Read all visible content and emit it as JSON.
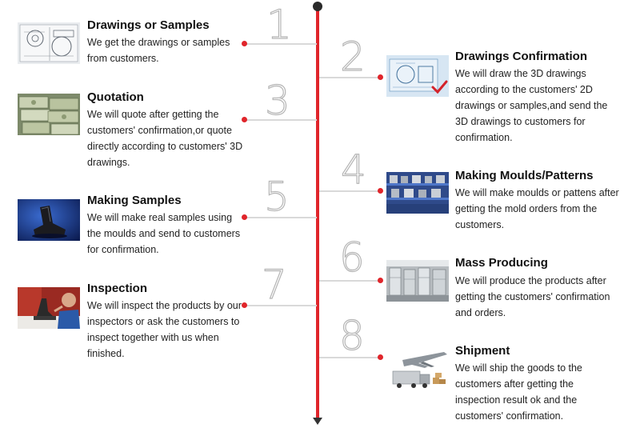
{
  "steps": [
    {
      "num": "1",
      "title": "Drawings or Samples",
      "desc": "We get the drawings or samples from customers.",
      "image_icon": "technical-drawing-image"
    },
    {
      "num": "2",
      "title": "Drawings Confirmation",
      "desc": "We will draw the 3D drawings according to the customers' 2D drawings or samples,and send the 3D drawings to customers for confirmation.",
      "image_icon": "blueprint-checkmark-image"
    },
    {
      "num": "3",
      "title": "Quotation",
      "desc": "We will quote after getting the customers' confirmation,or quote directly according to customers' 3D drawings.",
      "image_icon": "money-stack-image"
    },
    {
      "num": "4",
      "title": "Making Moulds/Patterns",
      "desc": "We will make moulds or pattens after getting the mold orders from the customers.",
      "image_icon": "mould-rack-image"
    },
    {
      "num": "5",
      "title": "Making Samples",
      "desc": "We will make real samples using the moulds and send to customers for confirmation.",
      "image_icon": "metal-sample-image"
    },
    {
      "num": "6",
      "title": "Mass Producing",
      "desc": "We will produce the products after getting the customers' confirmation and orders.",
      "image_icon": "factory-image"
    },
    {
      "num": "7",
      "title": "Inspection",
      "desc": "We will inspect the products by our inspectors or ask the customers to inspect together with us when finished.",
      "image_icon": "microscope-inspector-image"
    },
    {
      "num": "8",
      "title": "Shipment",
      "desc": "We will ship the goods to the customers after getting the inspection result ok and the customers' confirmation.",
      "image_icon": "plane-truck-image"
    }
  ],
  "colors": {
    "spine": "#e0252b",
    "dot": "#e0252b",
    "branch": "#d9d9d9",
    "number_outline": "#b5b5b5"
  }
}
